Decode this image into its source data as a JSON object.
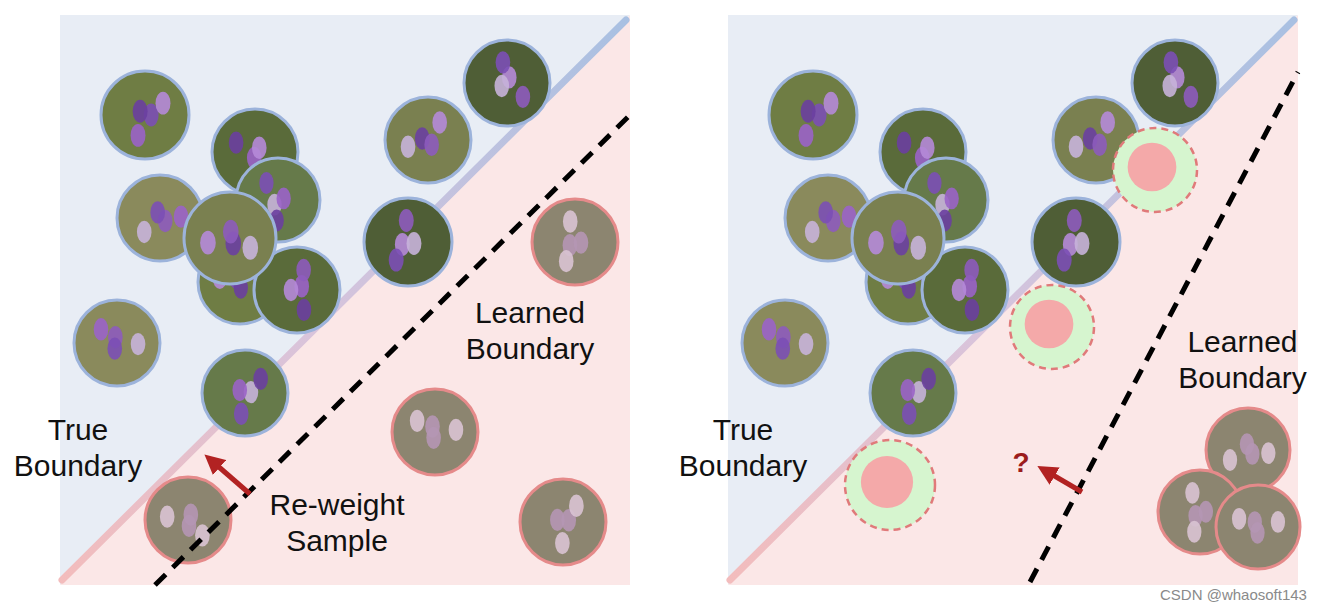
{
  "diagram": {
    "labels": [
      "True Boundary",
      "Learned Boundary",
      "Re-weight Sample",
      "True Boundary",
      "Learned Boundary",
      "?",
      "CSDN @whaosoft143"
    ]
  }
}
